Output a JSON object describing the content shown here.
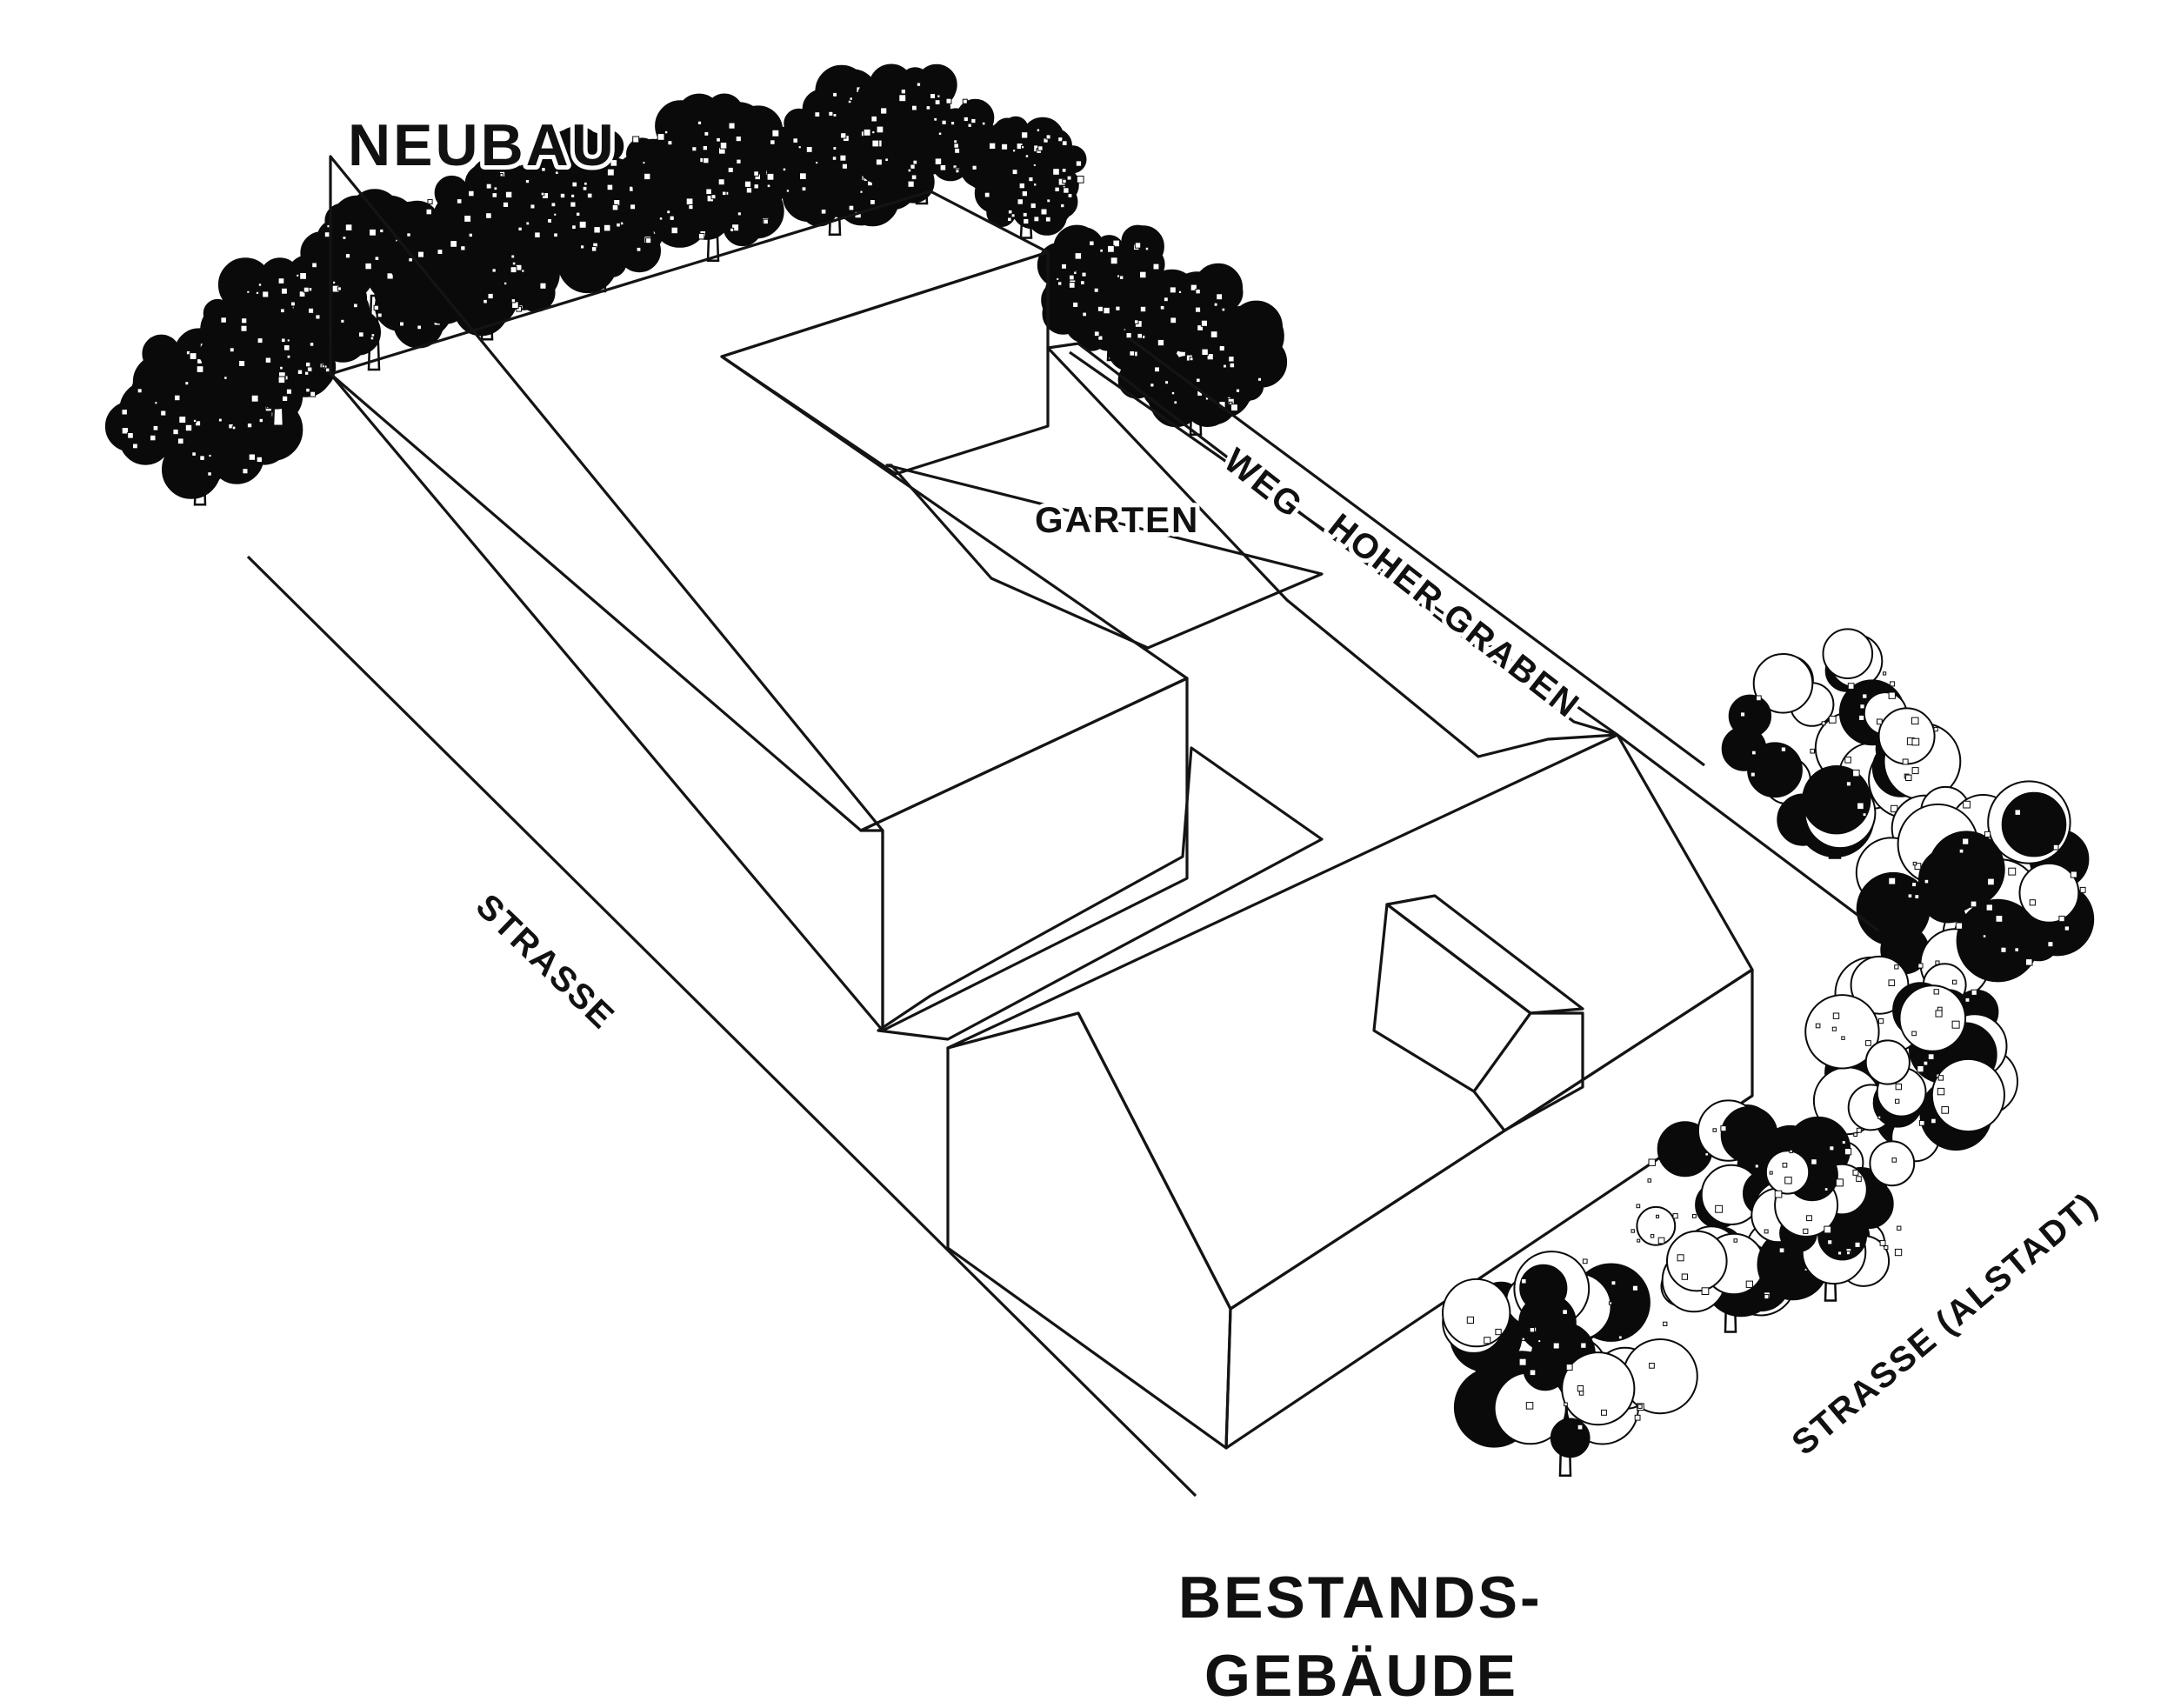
{
  "labels": {
    "neubau": "NEUBAU",
    "garten": "GARTEN",
    "weg": "WEG",
    "hoher_graben": "HOHER GRABEN",
    "strasse": "STRASSE",
    "strasse_altstadt": "STRASSE (ALSTADT)",
    "bestands_line1": "BESTANDS-",
    "bestands_line2": "GEBÄUDE"
  },
  "colors": {
    "roof_top": "#ffffff",
    "wall_light": "#e6ebf2",
    "wall_shade": "#c0cee0",
    "ground": "#eef0e6",
    "outline": "#141414",
    "tree": "#0a0a0a"
  }
}
